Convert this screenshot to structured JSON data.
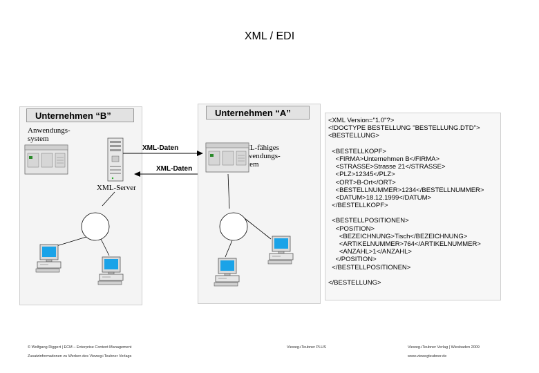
{
  "slide": {
    "title": "XML / EDI"
  },
  "company_b": {
    "header": "Unternehmen “B”",
    "app_label_lines": [
      "Anwendungs-",
      "system"
    ],
    "server_label": "XML-Server"
  },
  "company_a": {
    "header": "Unternehmen “A”",
    "app_label_lines": [
      "XML-fähiges",
      "Anwendungs-",
      "system"
    ]
  },
  "arrows": {
    "to_a": "XML-Daten",
    "to_b": "XML-Daten"
  },
  "xml_document": {
    "lines": [
      "<XML Version=\"1.0\"?>",
      "<!DOCTYPE BESTELLUNG \"BESTELLUNG.DTD\">",
      "<BESTELLUNG>",
      "",
      "  <BESTELLKOPF>",
      "    <FIRMA>Unternehmen B</FIRMA>",
      "    <STRASSE>Strasse 21</STRASSE>",
      "    <PLZ>12345</PLZ>",
      "    <ORT>B-Ort</ORT>",
      "    <BESTELLNUMMER>1234</BESTELLNUMMER>",
      "    <DATUM>18.12.1999</DATUM>",
      "  </BESTELLKOPF>",
      "",
      "  <BESTELLPOSITIONEN>",
      "    <POSITION>",
      "      <BEZEICHNUNG>Tisch</BEZEICHNUNG>",
      "      <ARTIKELNUMMER>764</ARTIKELNUMMER>",
      "      <ANZAHL>1</ANZAHL>",
      "    </POSITION>",
      "  </BESTELLPOSITIONEN>",
      "",
      "</BESTELLUNG>"
    ]
  },
  "footer": {
    "left_line1": "© Wolfgang Riggert | ECM – Enterprise Content Management",
    "left_line2": "Zusatzinformationen zu Werken des Vieweg+Teubner Verlags",
    "center": "Vieweg+Teubner PLUS",
    "right_line1": "Vieweg+Teubner Verlag | Wiesbaden 2009",
    "right_line2": "www.viewegteubner.de"
  },
  "colors": {
    "monitor_screen": "#1aa3e8",
    "panel_bg": "#f4f4f4",
    "header_bg": "#e2e2e2"
  }
}
